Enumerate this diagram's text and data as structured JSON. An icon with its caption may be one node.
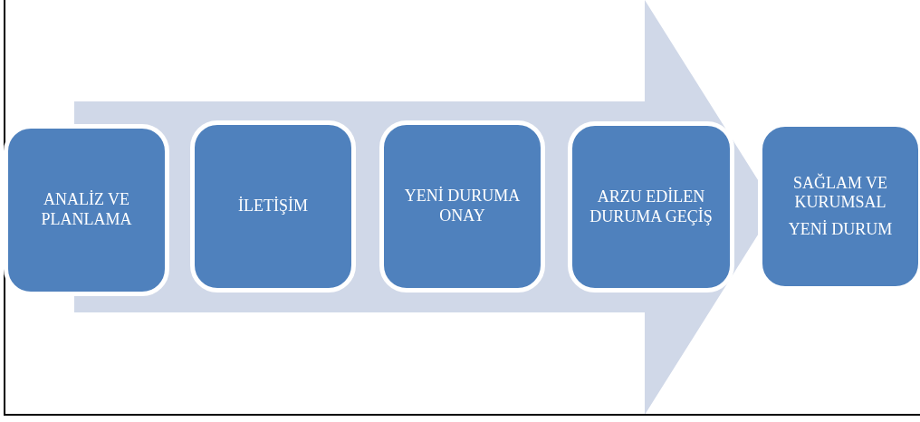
{
  "diagram": {
    "nodes": [
      {
        "text": [
          "ANALİZ VE PLANLAMA"
        ]
      },
      {
        "text": [
          "İLETİŞİM"
        ]
      },
      {
        "text": [
          "YENİ DURUMA ONAY"
        ]
      },
      {
        "text": [
          "ARZU EDİLEN DURUMA GEÇİŞ"
        ]
      },
      {
        "text": [
          "SAĞLAM VE KURUMSAL",
          "YENİ DURUM"
        ]
      }
    ]
  }
}
